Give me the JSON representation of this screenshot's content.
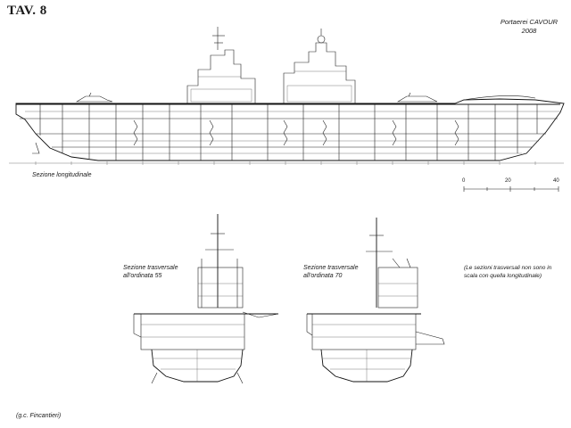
{
  "plate": {
    "title": "TAV. 8"
  },
  "ship": {
    "name_line": "Portaerei CAVOUR",
    "year": "2008"
  },
  "longitudinal": {
    "label": "Sezione longitudinale"
  },
  "scale": {
    "ticks": [
      "0",
      "20",
      "40"
    ]
  },
  "sections": [
    {
      "label_line1": "Sezione trasversale",
      "label_line2": "all'ordinata 55"
    },
    {
      "label_line1": "Sezione trasversale",
      "label_line2": "all'ordinata 70"
    }
  ],
  "note": {
    "text": "(Le sezioni trasversali non sono in scala con quella longitudinale)"
  },
  "credit": {
    "text": "(g.c. Fincantieri)"
  }
}
